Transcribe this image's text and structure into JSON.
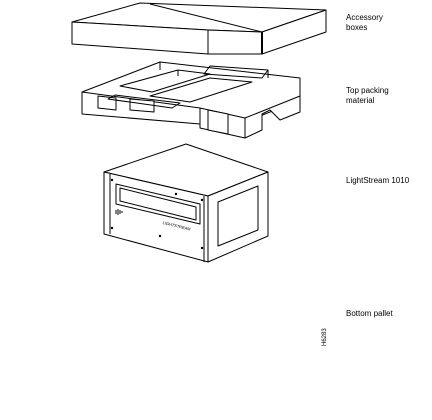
{
  "labels": {
    "accessory_boxes": "Accessory boxes",
    "top_packing_material": "Top packing material",
    "lightstream": "LightStream 1010",
    "bottom_pallet": "Bottom pallet"
  },
  "chassis": {
    "front_label": "LIGHTSTREAM"
  },
  "figure_id": "H6283"
}
